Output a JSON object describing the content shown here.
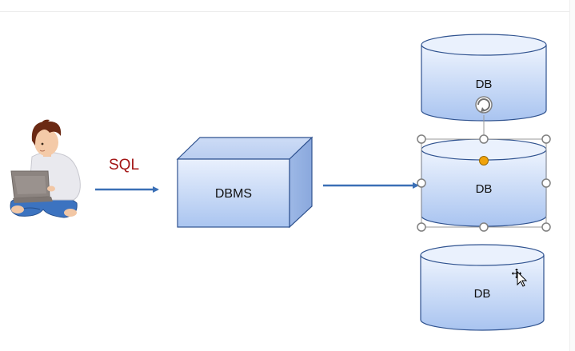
{
  "diagram": {
    "sql_label": "SQL",
    "dbms_label": "DBMS",
    "db_labels": [
      "DB",
      "DB",
      "DB"
    ]
  },
  "colors": {
    "sql_text": "#a31515",
    "arrow": "#3a6fb6",
    "shape_stroke": "#2f528f",
    "fill_light": "#eaf1fd",
    "fill_dark": "#a9c4f0",
    "selection_handle": "#808080",
    "selection_accent": "#f0a30a"
  },
  "icons": [
    "person-with-laptop-icon",
    "rotate-handle-icon",
    "mouse-move-cursor-icon"
  ]
}
